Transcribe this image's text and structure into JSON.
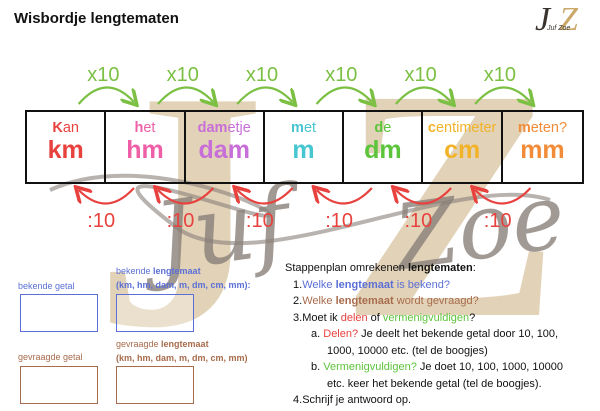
{
  "title": "Wisbordje lengtematen",
  "logo": {
    "j": "J",
    "z": "Z",
    "script": "Juf Zoe"
  },
  "watermark": {
    "big_j": "J",
    "big_z": "Z",
    "script_left": "Juf",
    "script_right": "Zoe"
  },
  "multiply_label": "x10",
  "divide_label": ":10",
  "colors": {
    "green": "#7bc043",
    "red": "#e8423f",
    "blue": "#5b6fd6",
    "brown": "#a86b4c"
  },
  "units": [
    {
      "pre": "K",
      "rest": "an",
      "abbr": "km",
      "color": "#e8423f"
    },
    {
      "pre": "h",
      "rest": "et",
      "abbr": "hm",
      "color": "#ef5fa7"
    },
    {
      "pre": "dam",
      "rest": "etje",
      "abbr": "dam",
      "color": "#c86ed8"
    },
    {
      "pre": "m",
      "rest": "et",
      "abbr": "m",
      "color": "#45c6d0"
    },
    {
      "pre": "d",
      "rest": "e",
      "abbr": "dm",
      "color": "#5cc43a"
    },
    {
      "pre": "c",
      "rest": "entimeter",
      "abbr": "cm",
      "color": "#f2b328"
    },
    {
      "pre": "m",
      "rest": "eten?",
      "abbr": "mm",
      "color": "#f28c38"
    }
  ],
  "bekende_getal": "bekende getal",
  "bekende_lengtemaat": {
    "prefix": "bekende ",
    "bold": "lengtemaat",
    "units": "(km, hm, dam, m, dm, cm, mm):"
  },
  "gevraagde_getal": "gevraagde getal",
  "gevraagde_lengtemaat": {
    "prefix": "gevraagde ",
    "bold": "lengtemaat",
    "units": "(km, hm, dam, m, dm, cm, mm)"
  },
  "steps": {
    "heading_pre": "Stappenplan omrekenen ",
    "heading_bold": "lengtematen",
    "heading_post": ":",
    "s1": {
      "num": "1.",
      "a": "Welke ",
      "b": "lengtemaat",
      "c": " is bekend?"
    },
    "s2": {
      "num": "2.",
      "a": "Welke ",
      "b": "lengtemaat",
      "c": " wordt gevraagd?"
    },
    "s3": {
      "num": "3.",
      "a": "Moet ik ",
      "b": "delen",
      "c": " of ",
      "d": "vermenigvuldigen",
      "e": "?"
    },
    "s3a": {
      "num": "a.",
      "a": "Delen?",
      "b": " Je deelt het bekende getal door 10, 100,",
      "c": "1000, 10000 etc. (tel de boogjes)"
    },
    "s3b": {
      "num": "b.",
      "a": "Vermenigvuldigen?",
      "b": " Je doet 10, 100, 1000, 10000",
      "c": "etc. keer het bekende getal (tel de boogjes)."
    },
    "s4": {
      "num": "4.",
      "a": "Schrijf je antwoord op."
    }
  }
}
